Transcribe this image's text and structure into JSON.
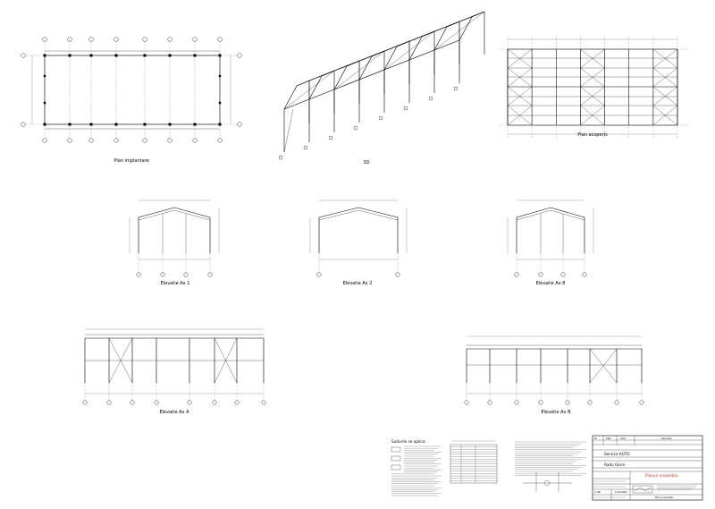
{
  "drawing": {
    "views": {
      "plan_implantare": "Plan implantare",
      "view_3d": "3D",
      "plan_acoperis": "Plan acoperis",
      "elevatie_ax1": "Elevatie Ax 1",
      "elevatie_ax2": "Elevatie Ax 2",
      "elevatie_ax8": "Elevatie Ax 8",
      "elevatie_axa": "Elevatie Ax A",
      "elevatie_axb": "Elevatie Ax B"
    },
    "notes": {
      "heading": "Sudurile se aplica:"
    },
    "title_block": {
      "rev_headers": [
        "Nr.",
        "Data",
        "Autor",
        "Descriere"
      ],
      "project": "Service AUTO",
      "client": "Radu Gorin",
      "sheet_title": "Planuri ansamblu",
      "scale": "1:100",
      "date": "11.08.2022",
      "sheet_name": "Planuri ansamblu"
    }
  }
}
